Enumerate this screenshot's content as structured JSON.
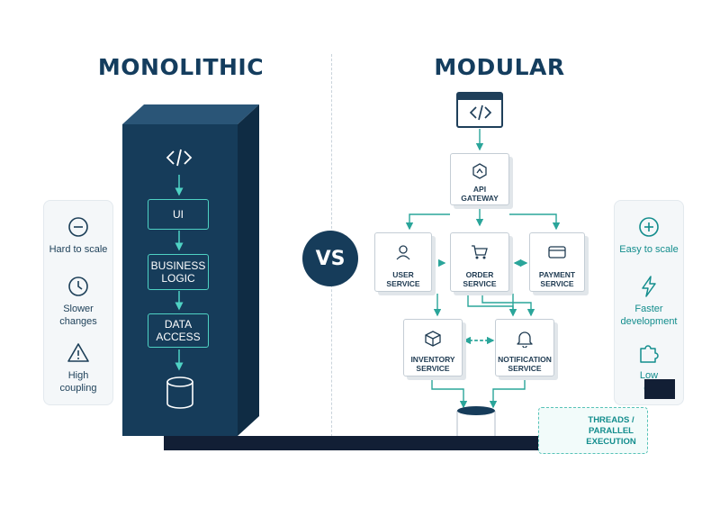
{
  "left": {
    "heading": "MONOLITHIC",
    "layers": [
      "UI",
      "BUSINESS\nLOGIC",
      "DATA\nACCESS"
    ],
    "cons": [
      {
        "icon": "minus-circle-icon",
        "label": "Hard to scale"
      },
      {
        "icon": "clock-icon",
        "label": "Slower\nchanges"
      },
      {
        "icon": "warning-icon",
        "label": "High\ncoupling"
      }
    ]
  },
  "center": {
    "vs": "VS"
  },
  "right": {
    "heading": "MODULAR",
    "gateway": "API\nGATEWAY",
    "services": {
      "user": "USER\nSERVICE",
      "order": "ORDER\nSERVICE",
      "payment": "PAYMENT\nSERVICE",
      "inventory": "INVENTORY\nSERVICE",
      "notification": "NOTIFICATION\nSERVICE"
    },
    "pros": [
      {
        "icon": "plus-circle-icon",
        "label": "Easy to scale"
      },
      {
        "icon": "lightning-icon",
        "label": "Faster\ndevelopment"
      },
      {
        "icon": "puzzle-icon",
        "label": "Low\nco"
      }
    ],
    "threads": "THREADS /\nPARALLEL\nEXECUTION"
  },
  "colors": {
    "navy": "#163c5a",
    "teal": "#2aa59a",
    "accent": "#4fd2c4"
  }
}
